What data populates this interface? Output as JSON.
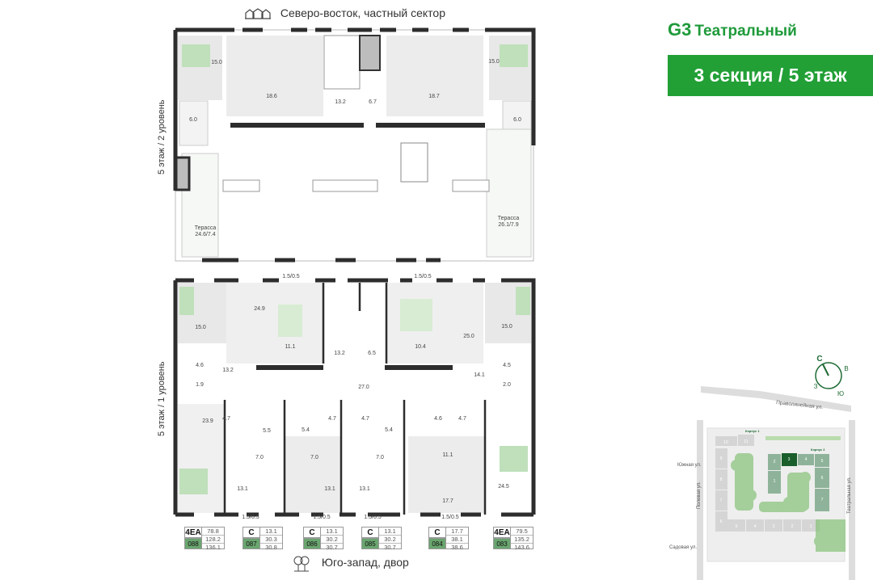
{
  "header": {
    "north_label": "Северо-восток, частный сектор",
    "south_label": "Юго-запад, двор"
  },
  "brand": {
    "logo_mark": "G3",
    "name": "Театральный",
    "accent": "#22a036"
  },
  "banner": "3 секция / 5 этаж",
  "levels": {
    "upper": "5 этаж / 2 уровень",
    "lower": "5 этаж / 1 уровень"
  },
  "top_plan": {
    "rooms": [
      "15.0",
      "18.6",
      "13.2",
      "6.7",
      "18.7",
      "15.0",
      "6.0",
      "6.0"
    ],
    "terraces": [
      {
        "name": "Терасса",
        "area": "24.6/7.4"
      },
      {
        "name": "Терасса",
        "area": "26.1/7.9"
      }
    ]
  },
  "bottom_plan": {
    "rooms": [
      "24.9",
      "15.0",
      "11.1",
      "13.2",
      "6.5",
      "10.4",
      "25.0",
      "15.0",
      "4.6",
      "13.2",
      "4.5",
      "14.1",
      "1.9",
      "27.0",
      "2.0",
      "23.9",
      "4.7",
      "5.5",
      "5.4",
      "4.7",
      "4.7",
      "5.4",
      "4.6",
      "4.7",
      "7.0",
      "7.0",
      "7.0",
      "11.1",
      "13.1",
      "13.1",
      "13.1",
      "24.5",
      "17.7"
    ],
    "balconies": [
      "1.5/0.5",
      "1.5/0.5",
      "1.5/0.5",
      "1.5/0.5",
      "1.5/0.5",
      "1.5/0.5"
    ]
  },
  "apartments": [
    {
      "type": "4ЕА",
      "number": "088",
      "values": [
        "78.8",
        "128.2",
        "136.1"
      ]
    },
    {
      "type": "С",
      "number": "087",
      "values": [
        "13.1",
        "30.3",
        "30.8"
      ]
    },
    {
      "type": "С",
      "number": "086",
      "values": [
        "13.1",
        "30.2",
        "30.7"
      ]
    },
    {
      "type": "С",
      "number": "085",
      "values": [
        "13.1",
        "30.2",
        "30.7"
      ]
    },
    {
      "type": "С",
      "number": "084",
      "values": [
        "17.7",
        "38.1",
        "38.6"
      ]
    },
    {
      "type": "4ЕА",
      "number": "083",
      "values": [
        "79.5",
        "135.2",
        "143.6"
      ]
    }
  ],
  "site_map": {
    "compass": {
      "n": "С",
      "e": "В",
      "s": "Ю",
      "w": "З"
    },
    "streets": [
      "Праволинейная ул.",
      "Южная ул.",
      "Полевая ул.",
      "Театральная ул.",
      "Садовая ул."
    ],
    "korpus": [
      "Корпус 1",
      "Корпус 2"
    ],
    "korpus1_sections": [
      "10",
      "11",
      "9",
      "8",
      "7",
      "6",
      "5",
      "4",
      "3",
      "2",
      "1"
    ],
    "korpus2_sections": [
      "2",
      "3",
      "4",
      "5",
      "1",
      "6",
      "7"
    ],
    "current_section": "3"
  }
}
